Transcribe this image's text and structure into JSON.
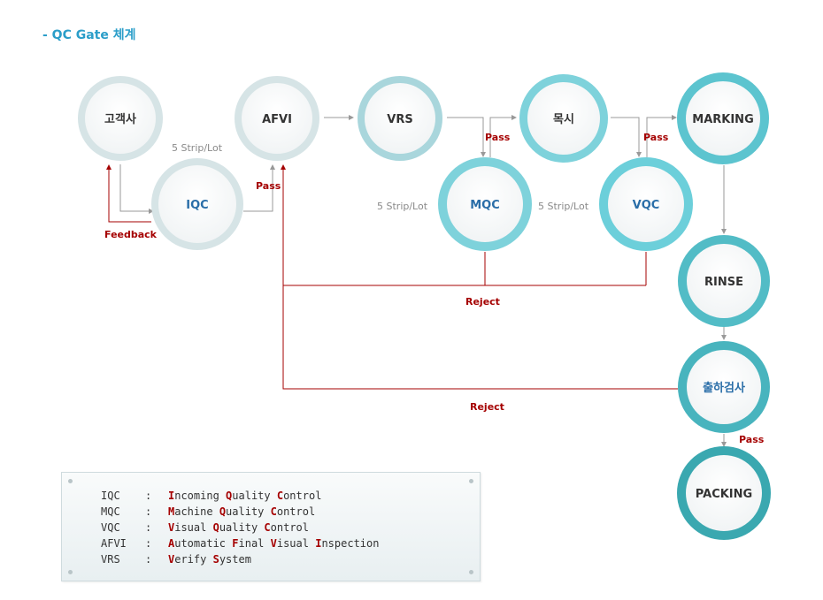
{
  "title": "- QC Gate 체계",
  "nodes": {
    "customer": "고객사",
    "afvi": "AFVI",
    "vrs": "VRS",
    "visual": "목시",
    "marking": "MARKING",
    "iqc": "IQC",
    "mqc": "MQC",
    "vqc": "VQC",
    "rinse": "RINSE",
    "shipping": "출하검사",
    "packing": "PACKING"
  },
  "labels": {
    "strip_lot": "5 Strip/Lot",
    "pass": "Pass",
    "feedback": "Feedback",
    "reject": "Reject"
  },
  "colors": {
    "title": "#2b9ec9",
    "arrow": "#999999",
    "reject_line": "#a50000",
    "ring_light": "#d6e4e6",
    "ring_mid": "#a3d9e0",
    "ring_teal": "#6ccfda",
    "ring_dark": "#3aa8b0",
    "blue_text": "#2a6ea8"
  },
  "legend": [
    {
      "abbr": "IQC",
      "parts": [
        [
          "I",
          "Incoming"
        ],
        [
          "Q",
          "Quality"
        ],
        [
          "C",
          "Control"
        ]
      ]
    },
    {
      "abbr": "MQC",
      "parts": [
        [
          "M",
          "Machine"
        ],
        [
          "Q",
          "Quality"
        ],
        [
          "C",
          "Control"
        ]
      ]
    },
    {
      "abbr": "VQC",
      "parts": [
        [
          "V",
          "Visual"
        ],
        [
          "Q",
          "Quality"
        ],
        [
          "C",
          "Control"
        ]
      ]
    },
    {
      "abbr": "AFVI",
      "parts": [
        [
          "A",
          "Automatic"
        ],
        [
          "F",
          "Final"
        ],
        [
          "V",
          "Visual"
        ],
        [
          "I",
          "Inspection"
        ]
      ]
    },
    {
      "abbr": "VRS",
      "parts": [
        [
          "V",
          "Verify"
        ],
        [
          "S",
          "System"
        ]
      ]
    }
  ],
  "legend_colon": ":"
}
